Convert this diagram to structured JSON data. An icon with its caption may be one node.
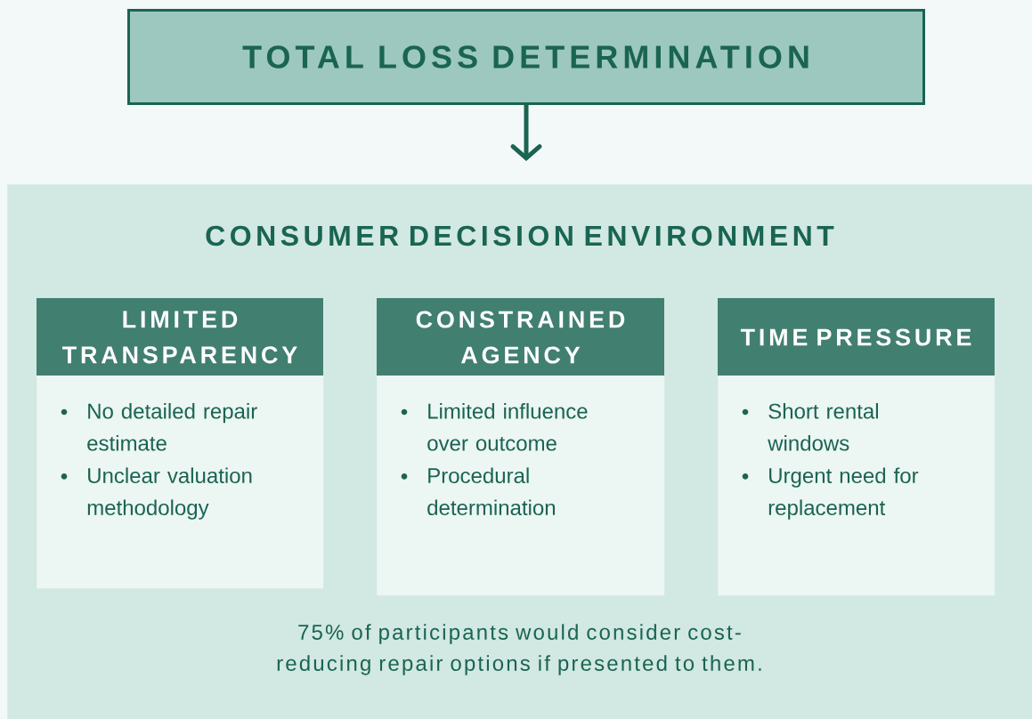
{
  "diagram": {
    "nodes": [
      {
        "text": [
          "TOTAL LOSS DETERMINATION"
        ]
      },
      {
        "text": [
          "CONSUMER DECISION ENVIRONMENT",
          "75% of participants would consider cost-reducing repair options if presented to them."
        ]
      },
      {
        "text": [
          "LIMITED TRANSPARENCY",
          "No detailed repair estimate",
          "Unclear valuation methodology"
        ],
        "in": 1
      },
      {
        "text": [
          "CONSTRAINED AGENCY",
          "Limited influence over outcome",
          "Procedural determination"
        ],
        "in": 1
      },
      {
        "text": [
          "TIME PRESSURE",
          "Short rental windows",
          "Urgent need for replacement"
        ],
        "in": 1
      }
    ],
    "edges": [
      {
        "from": 0,
        "to": 1,
        "arrow": "to"
      }
    ]
  }
}
